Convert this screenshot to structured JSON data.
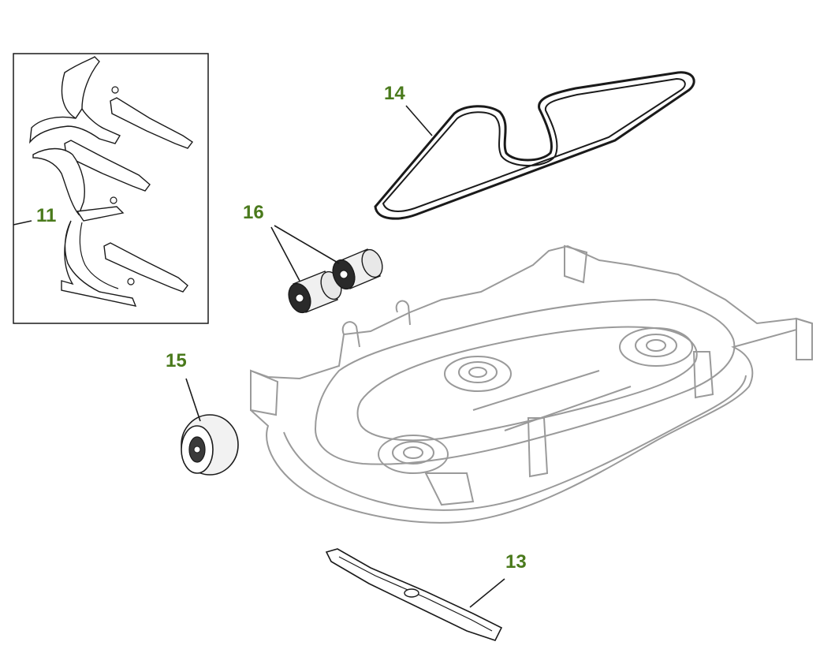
{
  "callouts": {
    "c11": "11",
    "c13": "13",
    "c14": "14",
    "c15": "15",
    "c16": "16"
  },
  "colors": {
    "callout_text": "#4a7a1c",
    "line": "#1a1a1a",
    "deck_outline": "#9a9a9a",
    "background": "#ffffff"
  }
}
